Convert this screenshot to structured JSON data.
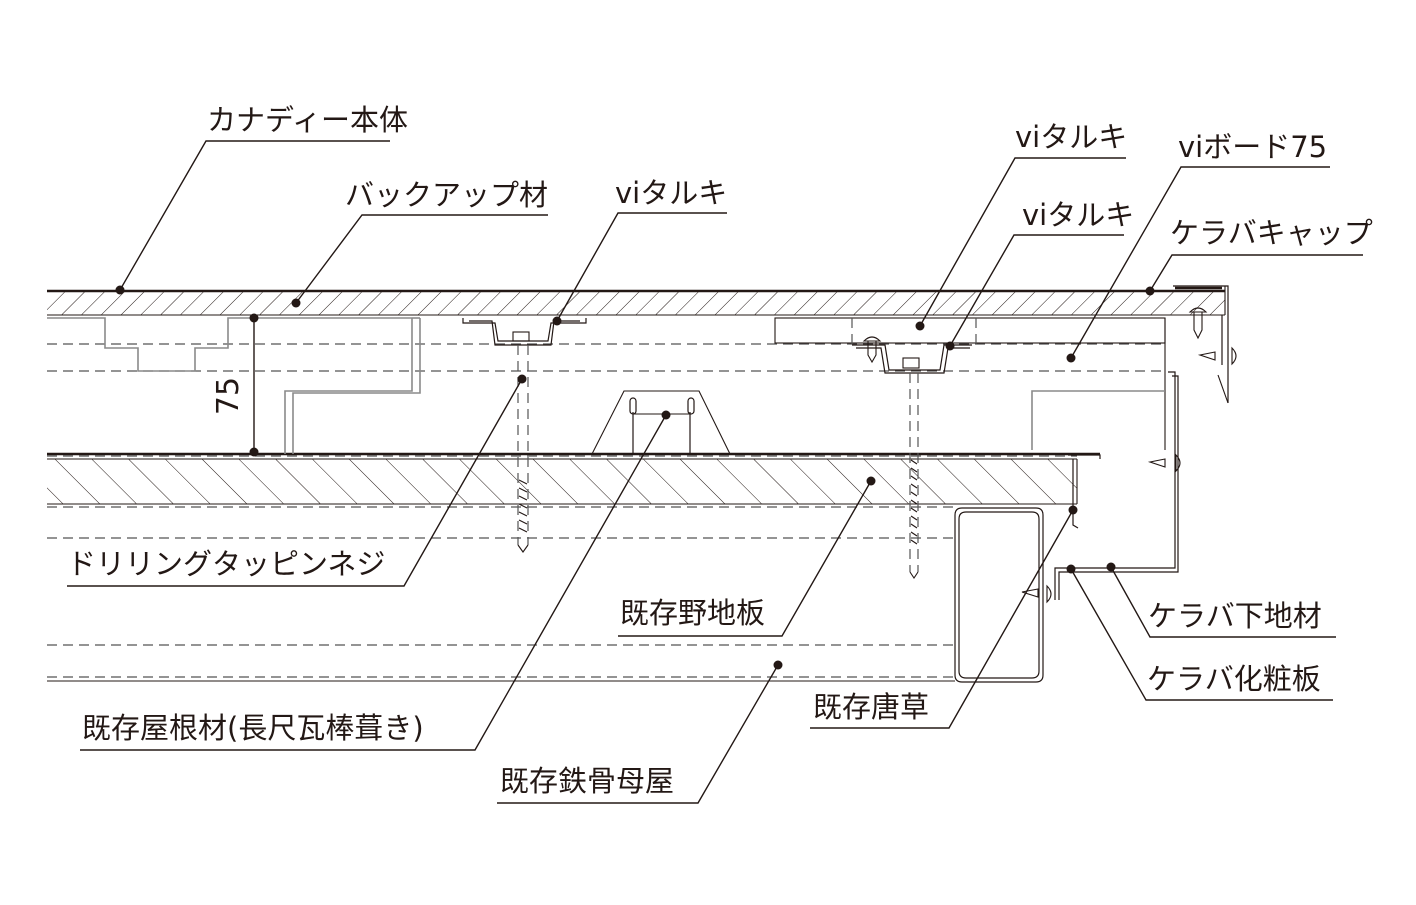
{
  "diagram": {
    "type": "roof-edge cross-section detail",
    "dimension": {
      "value": "75"
    },
    "labels": [
      {
        "id": "canady-body",
        "text": "カナディー本体"
      },
      {
        "id": "backup-material",
        "text": "バックアップ材"
      },
      {
        "id": "vi-taruki-1",
        "text": "viタルキ"
      },
      {
        "id": "vi-taruki-2",
        "text": "viタルキ"
      },
      {
        "id": "vi-board-75",
        "text": "viボード75"
      },
      {
        "id": "vi-taruki-3",
        "text": "viタルキ"
      },
      {
        "id": "keraba-cap",
        "text": "ケラバキャップ"
      },
      {
        "id": "drilling-tapping-screw",
        "text": "ドリリングタッピンネジ"
      },
      {
        "id": "existing-sheathing",
        "text": "既存野地板"
      },
      {
        "id": "keraba-base",
        "text": "ケラバ下地材"
      },
      {
        "id": "keraba-trim",
        "text": "ケラバ化粧板"
      },
      {
        "id": "existing-karakusa",
        "text": "既存唐草"
      },
      {
        "id": "existing-roofing",
        "text": "既存屋根材(長尺瓦棒葺き)"
      },
      {
        "id": "existing-steel-purlin",
        "text": "既存鉄骨母屋"
      }
    ]
  }
}
